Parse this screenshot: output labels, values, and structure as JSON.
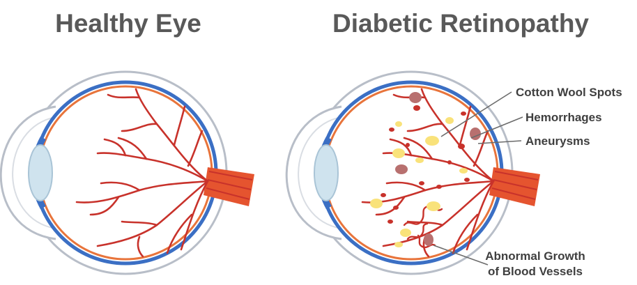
{
  "titles": {
    "healthy": "Healthy Eye",
    "diabetic": "Diabetic Retinopathy"
  },
  "labels": {
    "cotton_wool_spots": "Cotton Wool Spots",
    "hemorrhages": "Hemorrhages",
    "aneurysms": "Aneurysms",
    "abnormal_growth_line1": "Abnormal Growth",
    "abnormal_growth_line2": "of Blood Vessels"
  },
  "colors": {
    "sclera_outline": "#b8bec8",
    "sclera_fill": "#ffffff",
    "choroid_blue": "#3b6fc4",
    "retina_orange": "#e8743b",
    "vessel_red": "#c8322b",
    "lens": "#cfe3ee",
    "cotton_wool": "#f9e27a",
    "hemorrhage": "#b8706f",
    "aneurysm": "#c8322b",
    "optic_nerve": "#e5542f",
    "title_text": "#595959",
    "label_text": "#3f3f3f"
  }
}
